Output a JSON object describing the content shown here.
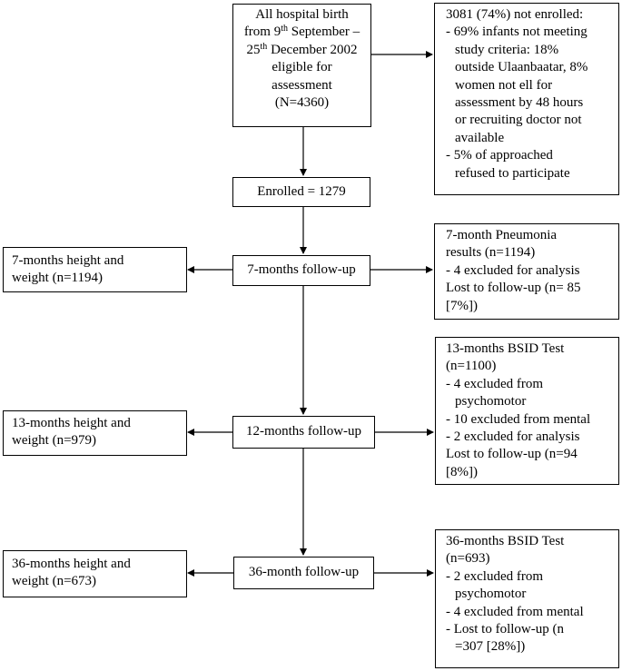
{
  "boxes": {
    "eligible": {
      "line1": "All hospital birth",
      "from_word": "from 9",
      "from_sup": "th",
      "from_rest": " September –",
      "to_word": "25",
      "to_sup": "th",
      "to_rest": " December 2002",
      "line4": "eligible for",
      "line5": "assessment",
      "line6": "(N=4360)"
    },
    "not_enrolled": {
      "heading": "3081 (74%) not enrolled:",
      "items": [
        "- 69% infants not meeting",
        "study criteria: 18%",
        "outside Ulaanbaatar, 8%",
        "women not ell for",
        "assessment by 48 hours",
        "or recruiting doctor not",
        "available",
        "- 5% of approached",
        "refused to participate"
      ]
    },
    "enrolled": {
      "label": "Enrolled = 1279"
    },
    "fu7": {
      "label": "7-months follow-up"
    },
    "hw7": {
      "lines": [
        "7-months height and",
        "weight (n=1194)"
      ]
    },
    "pneu7": {
      "lines": [
        "7-month Pneumonia",
        "results (n=1194)",
        "- 4 excluded for analysis",
        "Lost to follow-up (n= 85",
        "[7%])"
      ]
    },
    "fu12": {
      "label": "12-months follow-up"
    },
    "hw13": {
      "lines": [
        "13-months height and",
        "weight (n=979)"
      ]
    },
    "bsid13": {
      "lines": [
        "13-months BSID Test",
        "(n=1100)",
        "- 4 excluded from",
        "psychomotor",
        "- 10 excluded from mental",
        "- 2 excluded for analysis",
        "Lost to follow-up (n=94",
        "[8%])"
      ]
    },
    "fu36": {
      "label": "36-month follow-up"
    },
    "hw36": {
      "lines": [
        "36-months height and",
        "weight (n=673)"
      ]
    },
    "bsid36": {
      "lines": [
        "36-months BSID Test",
        "(n=693)",
        "- 2 excluded from",
        "psychomotor",
        "- 4 excluded from mental",
        "- Lost to follow-up (n",
        "=307 [28%])"
      ]
    }
  },
  "colors": {
    "line": "#000000",
    "background": "#ffffff"
  }
}
